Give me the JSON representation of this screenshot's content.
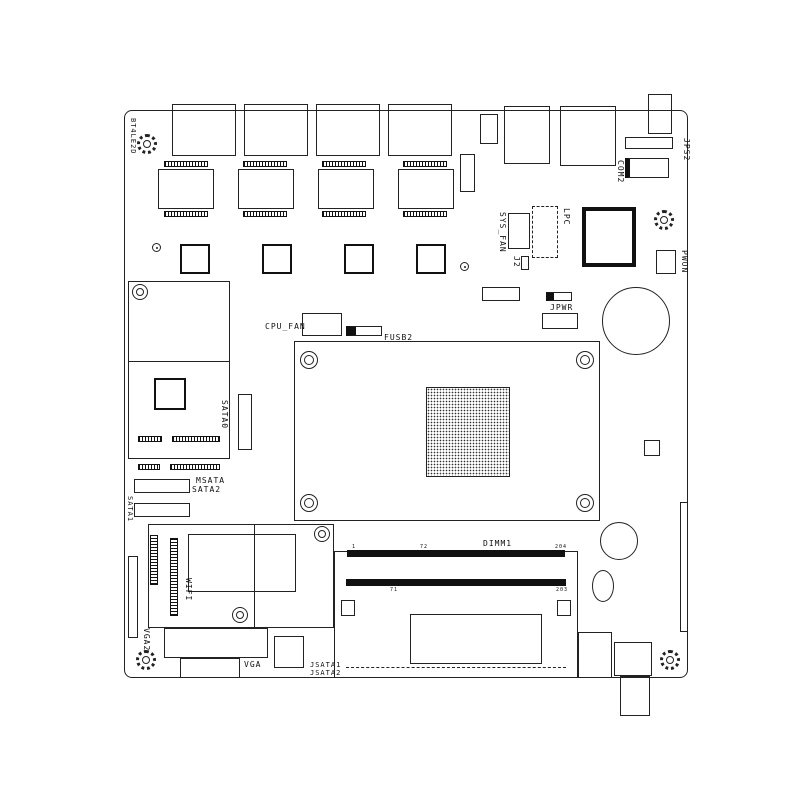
{
  "labels": {
    "bt": "BT4LE2D",
    "jps2": "JPS2",
    "com2": "COM2",
    "lpc": "LPC",
    "sys_fan": "SYS_FAN",
    "j2": "J2",
    "pwon": "PWON",
    "cpu_fan": "CPU_FAN",
    "fusb2": "FUSB2",
    "jpwr": "JPWR",
    "sata0": "SATA0",
    "msata": "MSATA",
    "sata2": "SATA2",
    "sata1": "SATA1",
    "wifi": "WIFI",
    "vga2": "VGA2",
    "vga": "VGA",
    "jsata1": "JSATA1",
    "jsata2": "JSATA2",
    "dimm1": "DIMM1",
    "dimm_top": [
      "1",
      "72",
      "204"
    ],
    "dimm_bot": [
      "71",
      "203"
    ]
  }
}
